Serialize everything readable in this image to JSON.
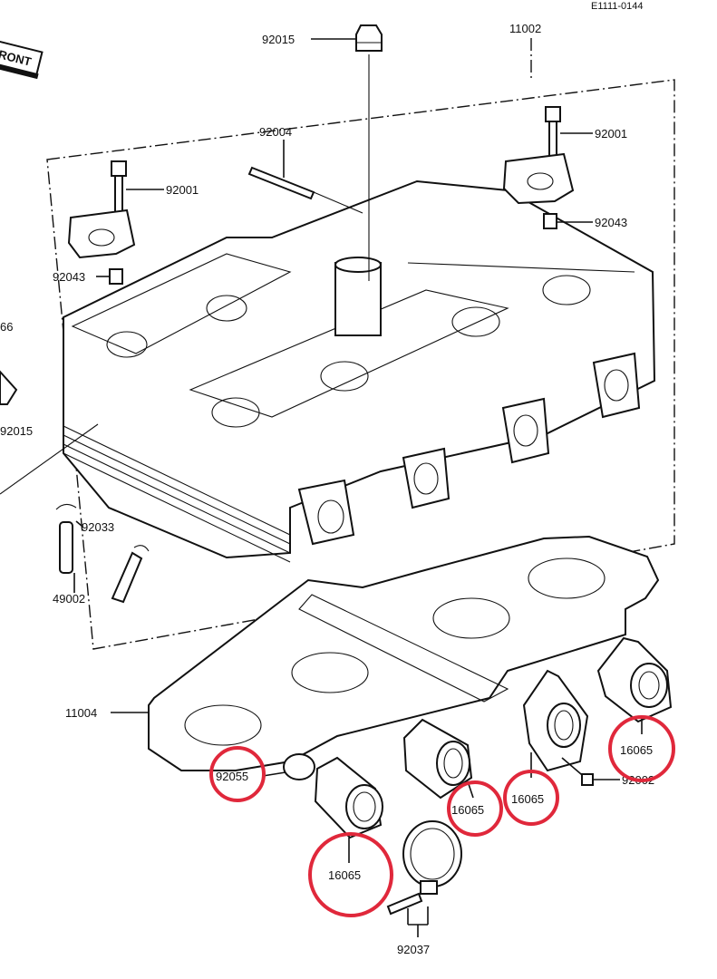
{
  "diagram_code": "E1111-0144",
  "front_marker": "RONT",
  "labels": {
    "cylinder_head": "11002",
    "cap_nut": "92015",
    "cap_nut_left": "92015",
    "stud": "92004",
    "bolt_left": "92001",
    "bolt_right": "92001",
    "dowel_left": "92043",
    "dowel_right": "92043",
    "left_partial": "66",
    "clip": "92033",
    "valve_guide": "49002",
    "gasket": "11004",
    "oring": "92055",
    "holder_1": "16065",
    "holder_2": "16065",
    "holder_3": "16065",
    "holder_4": "16065",
    "screw_partial": "92002",
    "clamp": "92037"
  },
  "highlight_color": "#e0283b"
}
